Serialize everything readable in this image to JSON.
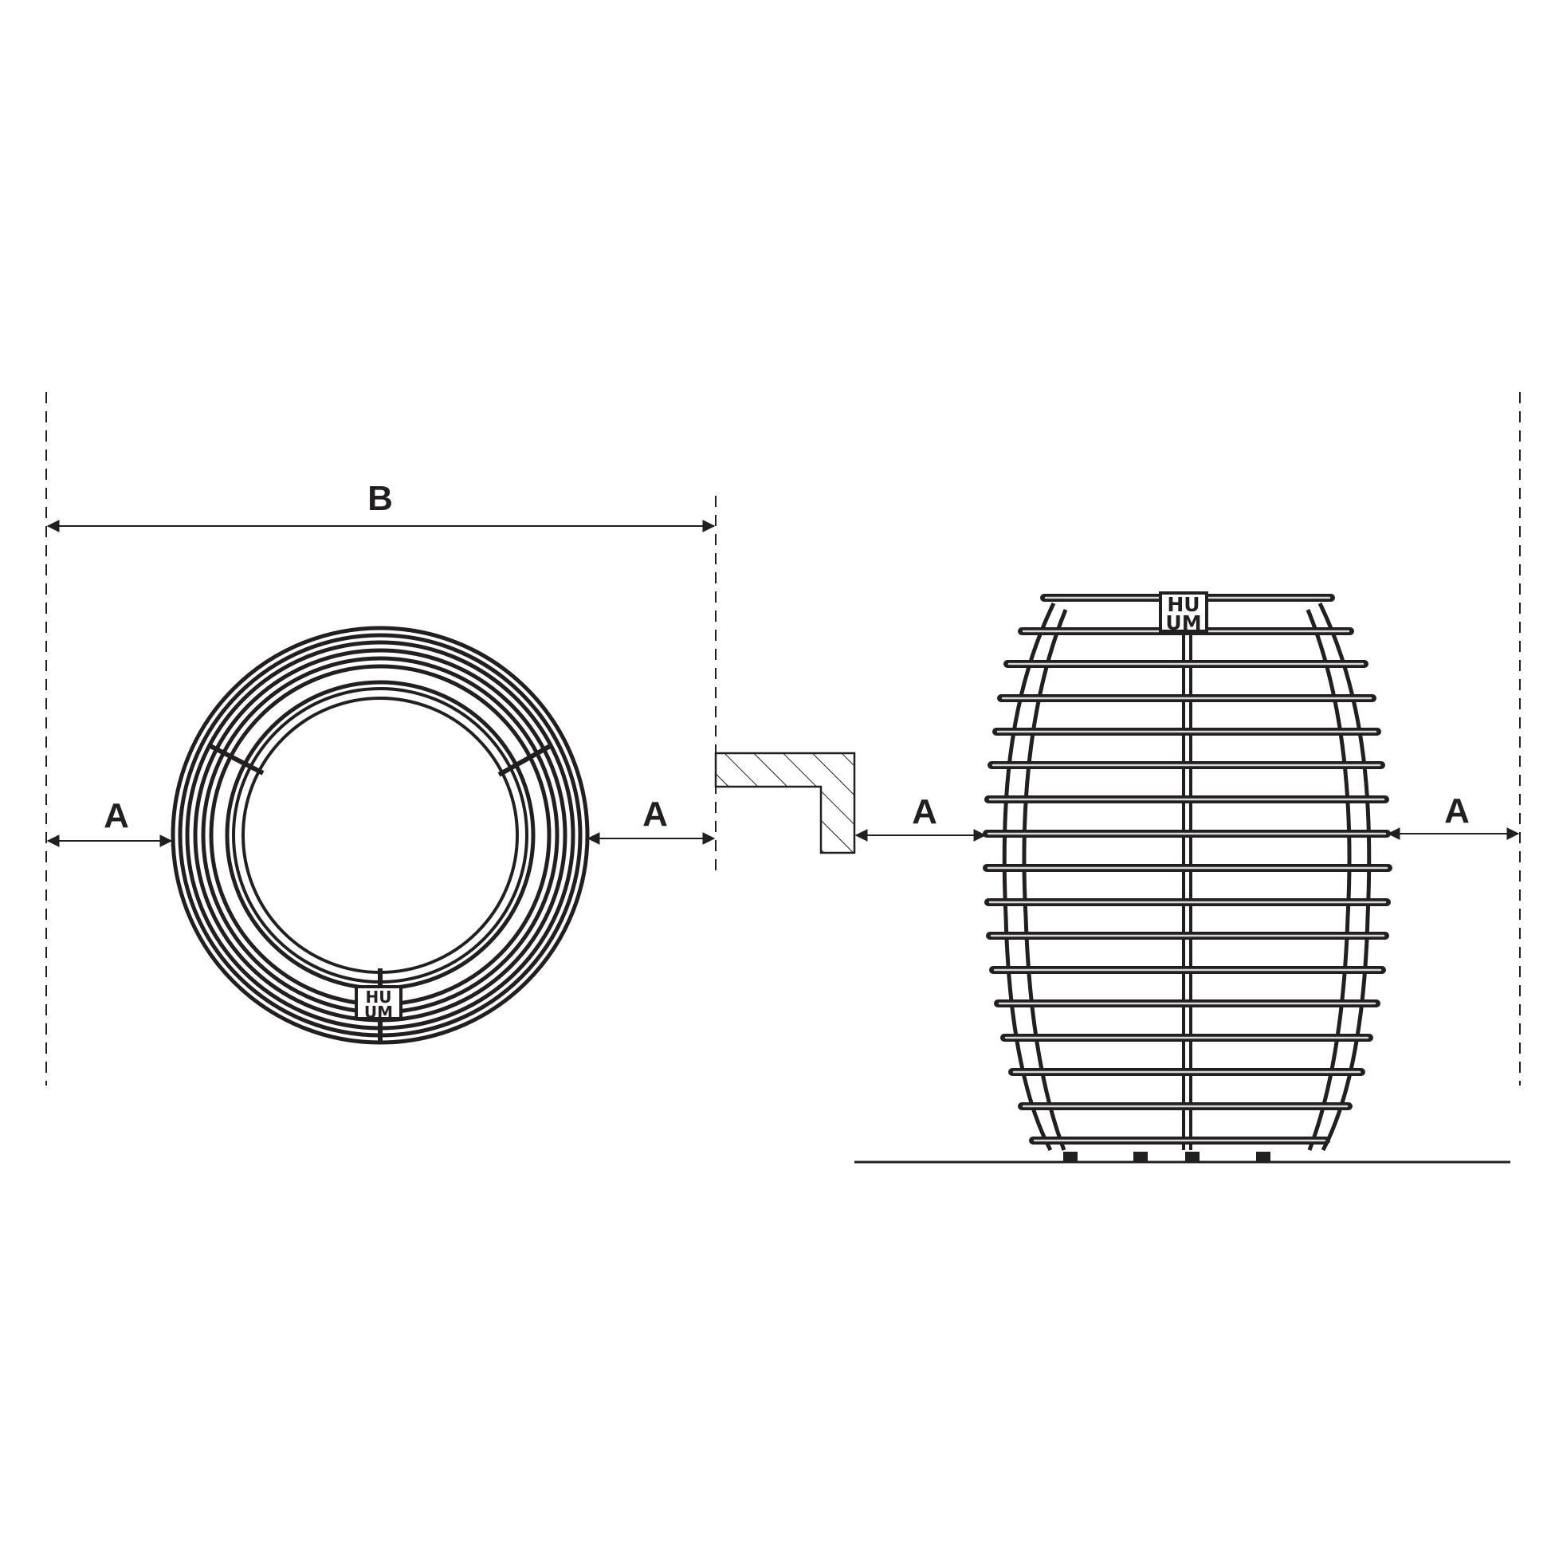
{
  "diagram": {
    "subject": "Sauna heater installation safety clearances",
    "colors": {
      "ink": "#231f20",
      "background": "#ffffff",
      "rail_highlight": "#d9d9d9"
    },
    "views": [
      {
        "id": "top-view",
        "name": "Top view of heater (concentric rings)"
      },
      {
        "id": "side-view",
        "name": "Side view of heater (barrel with horizontal rails)"
      }
    ],
    "dimensions": {
      "b": {
        "label": "B",
        "meaning": "total clearance width across top view"
      },
      "a_left_top": {
        "label": "A"
      },
      "a_right_top": {
        "label": "A"
      },
      "a_wall_side": {
        "label": "A"
      },
      "a_right_side": {
        "label": "A"
      }
    },
    "logo": {
      "line1": "HU",
      "line2": "UM"
    },
    "elements": {
      "wall": "hatched L-shaped wall section",
      "floor": "floor line"
    }
  }
}
